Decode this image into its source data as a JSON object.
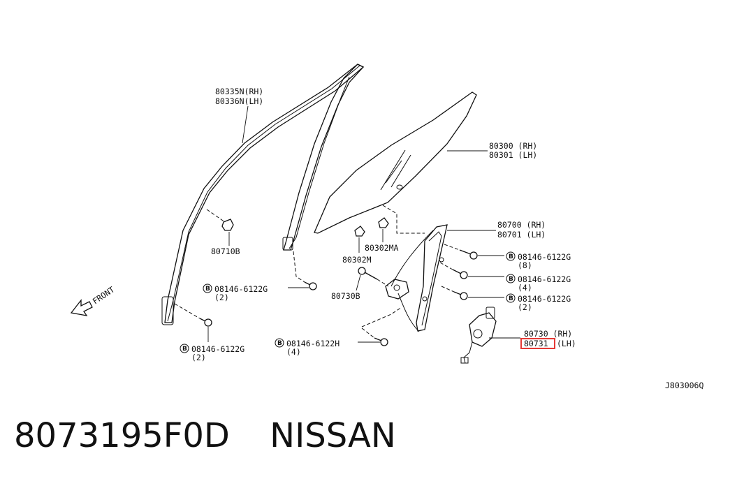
{
  "diagram": {
    "labels": {
      "glass_run_rh": "80335N(RH)",
      "glass_run_lh": "80336N(LH)",
      "glass_rh": "80300 (RH)",
      "glass_lh": "80301 (LH)",
      "regulator_rh": "80700 (RH)",
      "regulator_lh": "80701 (LH)",
      "clip_710b": "80710B",
      "clip_302m": "80302M",
      "clip_302ma": "80302MA",
      "bolt_730b": "80730B",
      "motor_rh": "80730 (RH)",
      "motor_lh_code": "80731",
      "motor_lh_side": "(LH)",
      "bolt_a_code": "08146-6122G",
      "bolt_a_qty": "(8)",
      "bolt_b_code": "08146-6122G",
      "bolt_b_qty": "(4)",
      "bolt_c_code": "08146-6122G",
      "bolt_c_qty": "(2)",
      "bolt_d_code": "08146-6122G",
      "bolt_d_qty": "(2)",
      "bolt_e_code": "08146-6122H",
      "bolt_e_qty": "(4)",
      "bolt_f_code": "08146-6122G",
      "bolt_f_qty": "(2)",
      "bolt_marker": "B",
      "front": "FRONT",
      "figure_code": "J803006Q"
    },
    "highlight_color": "#e53935"
  },
  "footer": {
    "part_number": "8073195F0D",
    "brand": "NISSAN"
  }
}
